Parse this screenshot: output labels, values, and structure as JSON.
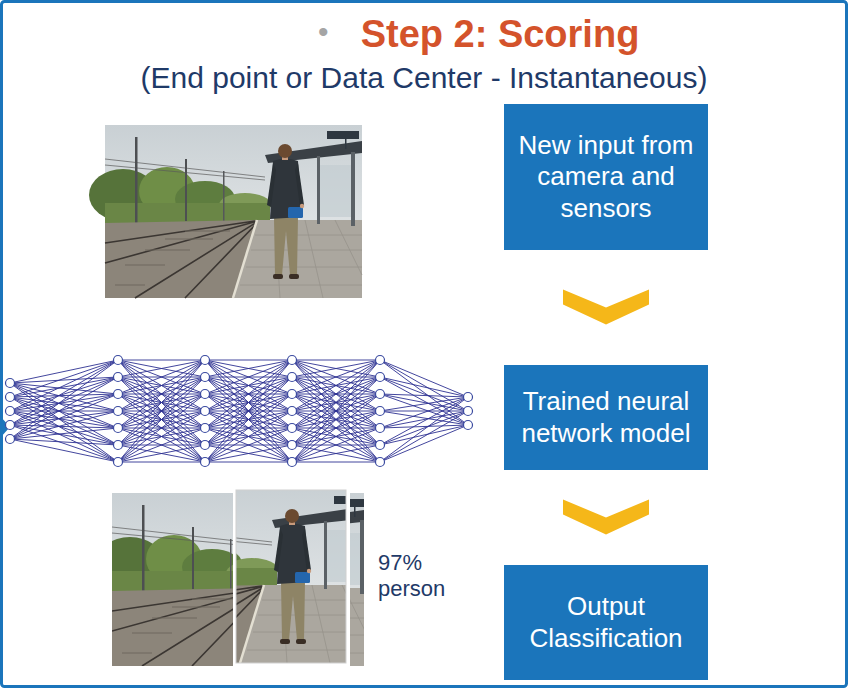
{
  "diagram": {
    "title": "Step 2: Scoring",
    "nodes": [
      {
        "text": [
          "New input from camera and sensors"
        ]
      },
      {
        "text": [
          "Trained neural network model"
        ]
      },
      {
        "text": [
          "Output Classification"
        ]
      }
    ],
    "edges": [
      {
        "from": 0,
        "to": 1,
        "arrow": "to"
      },
      {
        "from": 1,
        "to": 2,
        "arrow": "to"
      }
    ],
    "labels": [
      "•",
      "(End point or Data Center - Instantaneous)",
      "97% person"
    ]
  }
}
